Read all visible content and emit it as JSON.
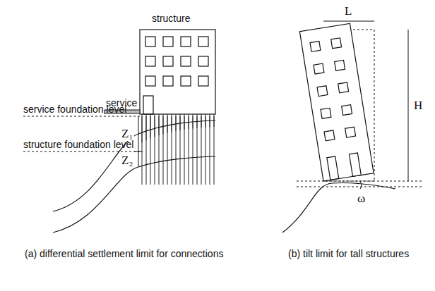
{
  "diagram": {
    "labels": [
      "structure",
      "service",
      "service foundation level",
      "Z₁",
      "structure foundation level",
      "Z₂",
      "(a) differential settlement limit for connections",
      "L",
      "H",
      "ω",
      "(b) tilt limit for tall structures"
    ]
  }
}
